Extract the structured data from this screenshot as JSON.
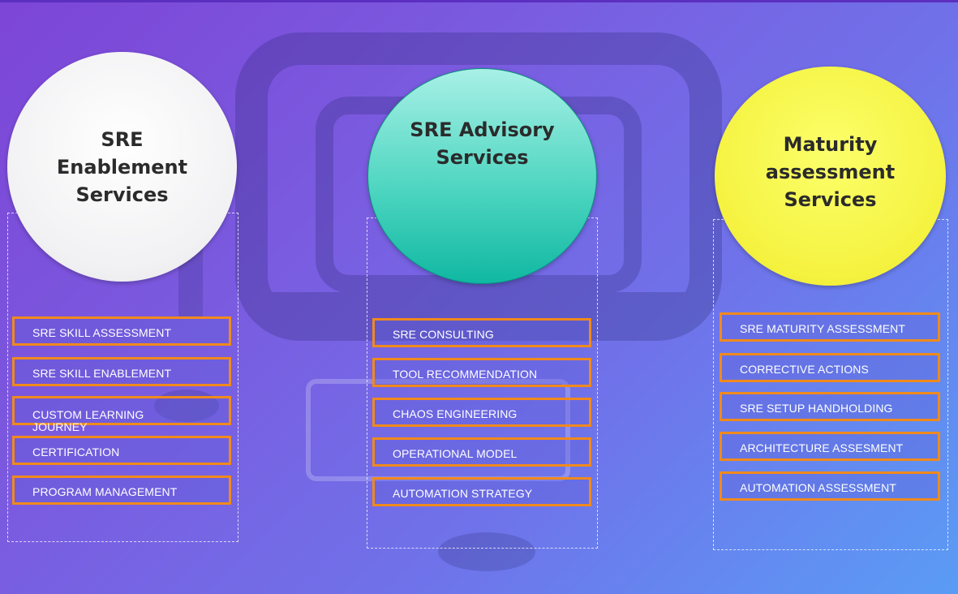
{
  "columns": [
    {
      "title": "SRE\nEnablement\nServices",
      "items": [
        "SRE SKILL ASSESSMENT",
        "SRE SKILL ENABLEMENT",
        "CUSTOM LEARNING\nJOURNEY",
        "CERTIFICATION",
        "PROGRAM MANAGEMENT"
      ]
    },
    {
      "title": "SRE Advisory\nServices",
      "items": [
        "SRE CONSULTING",
        "TOOL RECOMMENDATION",
        "CHAOS ENGINEERING",
        "OPERATIONAL MODEL",
        "AUTOMATION STRATEGY"
      ]
    },
    {
      "title": "Maturity\nassessment\nServices",
      "items": [
        "SRE MATURITY ASSESSMENT",
        "CORRECTIVE ACTIONS",
        "SRE SETUP HANDHOLDING",
        "ARCHITECTURE ASSESMENT",
        "AUTOMATION ASSESSMENT"
      ]
    }
  ],
  "colors": {
    "item_border": "#f08a1c",
    "circle_1": "#f1f1f3",
    "circle_2": "#4fd6c1",
    "circle_3": "#f5f240"
  }
}
